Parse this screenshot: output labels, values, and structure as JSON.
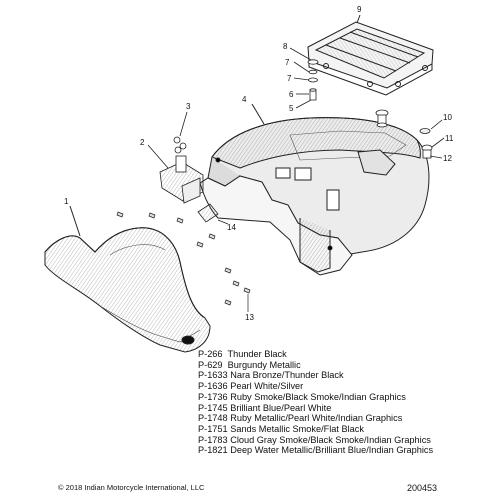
{
  "callouts": {
    "c1": "1",
    "c2": "2",
    "c3": "3",
    "c4": "4",
    "c5": "5",
    "c6": "6",
    "c7a": "7",
    "c7b": "7",
    "c8": "8",
    "c9": "9",
    "c10": "10",
    "c11": "11",
    "c12": "12",
    "c13": "13",
    "c14": "14"
  },
  "legend": [
    {
      "code": "P-266",
      "name": "Thunder Black"
    },
    {
      "code": "P-629",
      "name": "Burgundy Metallic"
    },
    {
      "code": "P-1633",
      "name": "Nara Bronze/Thunder Black"
    },
    {
      "code": "P-1636",
      "name": "Pearl White/Silver"
    },
    {
      "code": "P-1736",
      "name": "Ruby Smoke/Black Smoke/Indian Graphics"
    },
    {
      "code": "P-1745",
      "name": "Brilliant Blue/Pearl White"
    },
    {
      "code": "P-1748",
      "name": "Ruby Metallic/Pearl White/Indian Graphics"
    },
    {
      "code": "P-1751",
      "name": "Sands Metallic Smoke/Flat Black"
    },
    {
      "code": "P-1783",
      "name": "Cloud Gray Smoke/Black Smoke/Indian Graphics"
    },
    {
      "code": "P-1821",
      "name": "Deep Water Metallic/Brilliant Blue/Indian Graphics"
    }
  ],
  "copyright": "© 2018 Indian Motorcycle International, LLC",
  "drawing_number": "200453"
}
